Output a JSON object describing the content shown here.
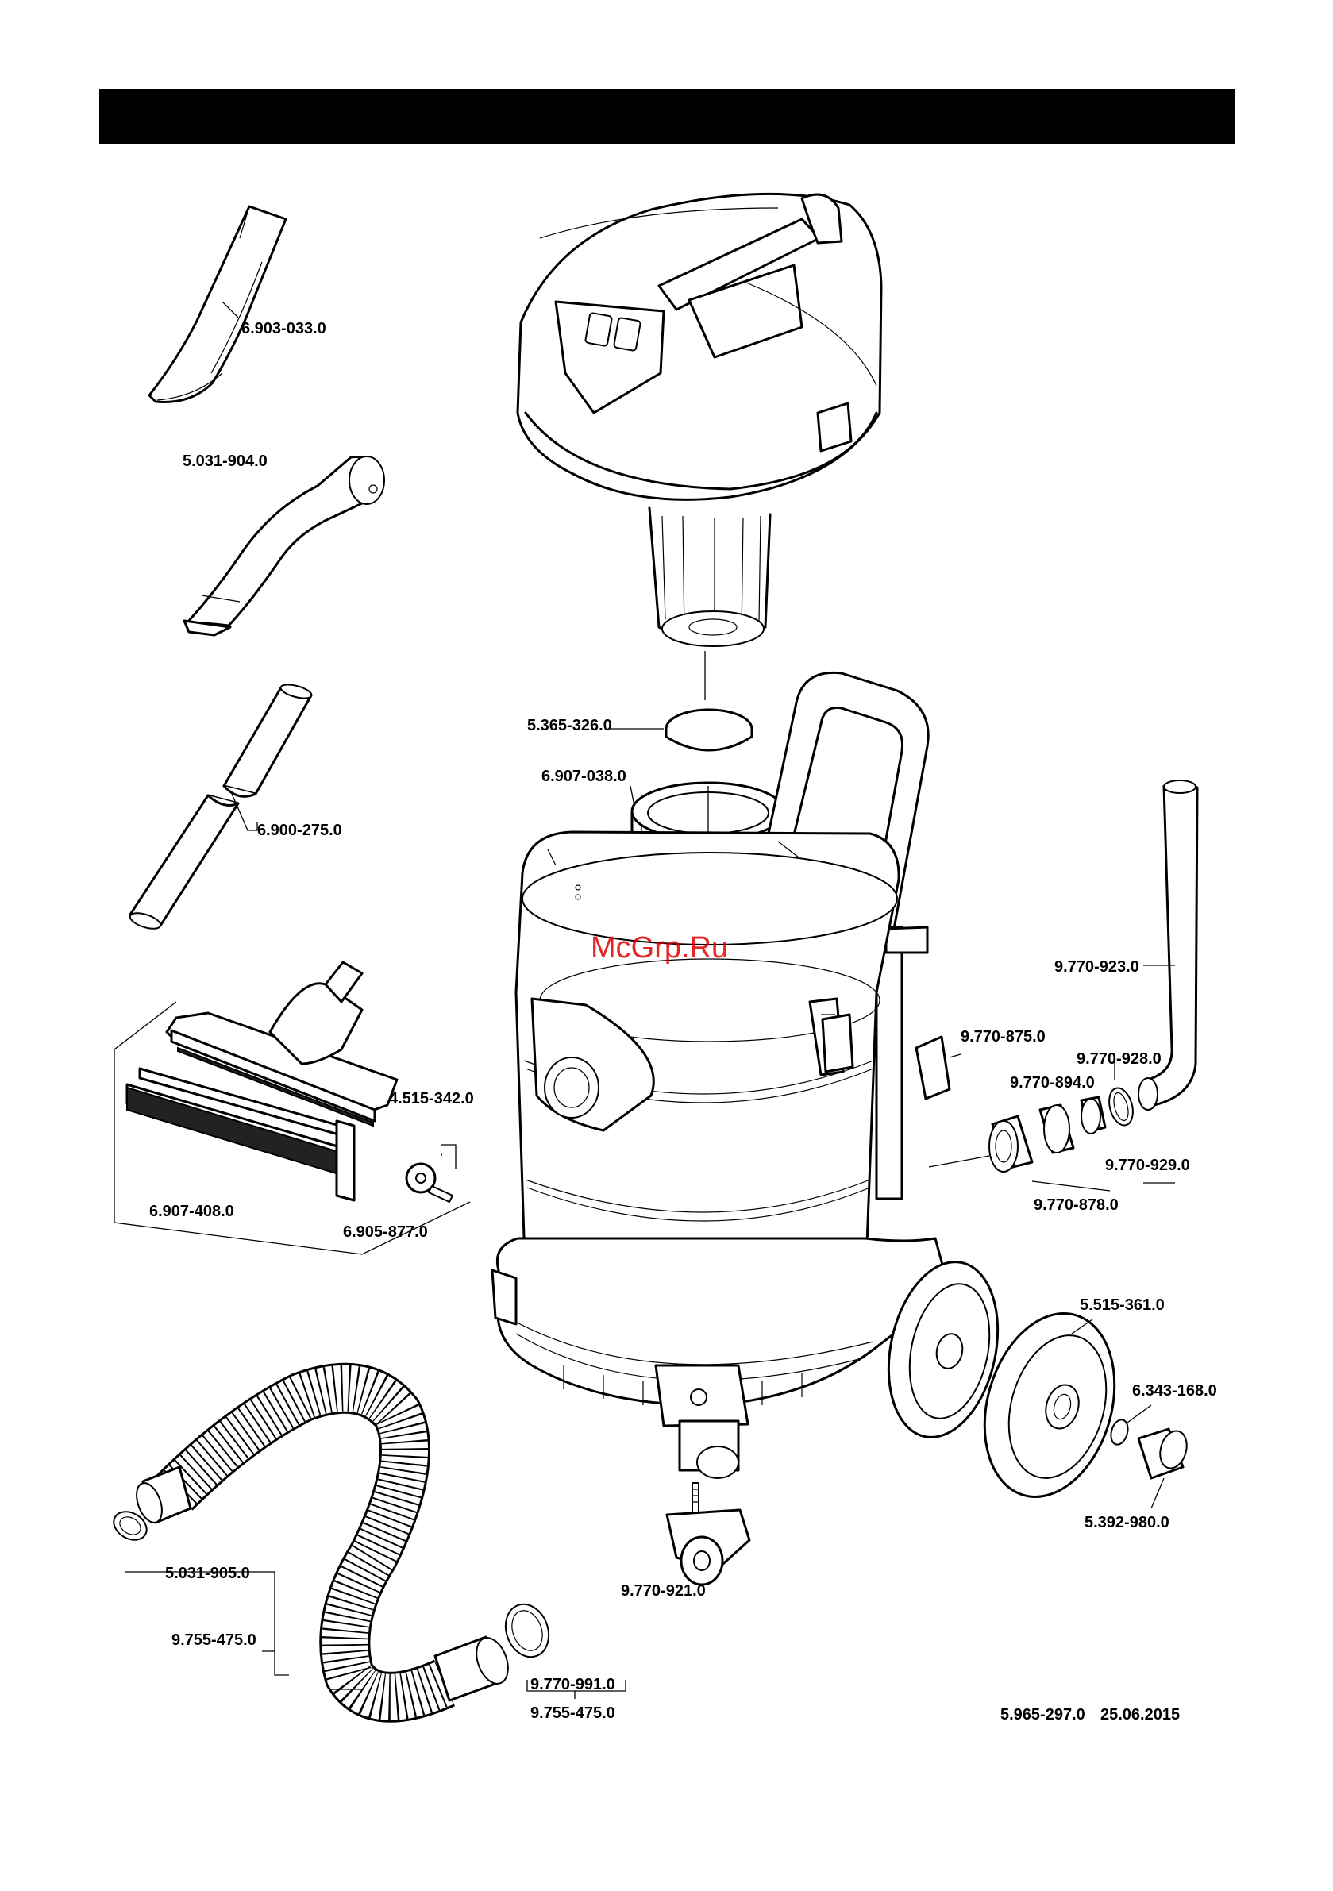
{
  "watermark": "McGrp.Ru",
  "footer": {
    "document_code": "5.965-297.0",
    "date": "25.06.2015"
  },
  "parts": [
    {
      "key": "crevice_nozzle",
      "number": "6.903-033.0"
    },
    {
      "key": "bent_tube",
      "number": "5.031-904.0"
    },
    {
      "key": "suction_tubes",
      "number": "6.900-275.0"
    },
    {
      "key": "floor_nozzle_wheel",
      "number": "4.515-342.0"
    },
    {
      "key": "floor_nozzle_strip_a",
      "number": "6.907-408.0"
    },
    {
      "key": "floor_nozzle_strip_b",
      "number": "6.905-877.0"
    },
    {
      "key": "float_disc",
      "number": "5.365-326.0"
    },
    {
      "key": "cartridge_filter",
      "number": "6.907-038.0"
    },
    {
      "key": "drain_hose",
      "number": "9.770-923.0"
    },
    {
      "key": "latch",
      "number": "9.770-875.0"
    },
    {
      "key": "hose_clip",
      "number": "9.770-928.0"
    },
    {
      "key": "connector",
      "number": "9.770-894.0"
    },
    {
      "key": "adapter",
      "number": "9.770-929.0"
    },
    {
      "key": "union_nut",
      "number": "9.770-878.0"
    },
    {
      "key": "rear_wheel",
      "number": "5.515-361.0"
    },
    {
      "key": "circlip",
      "number": "6.343-168.0"
    },
    {
      "key": "hub_cap",
      "number": "5.392-980.0"
    },
    {
      "key": "castor",
      "number": "9.770-921.0"
    },
    {
      "key": "hose_clamp",
      "number": "5.031-905.0"
    },
    {
      "key": "suction_hose",
      "number": "9.755-475.0"
    },
    {
      "key": "hose_ring",
      "number": "9.770-991.0"
    },
    {
      "key": "suction_hose_kit",
      "number": "9.755-475.0"
    }
  ]
}
